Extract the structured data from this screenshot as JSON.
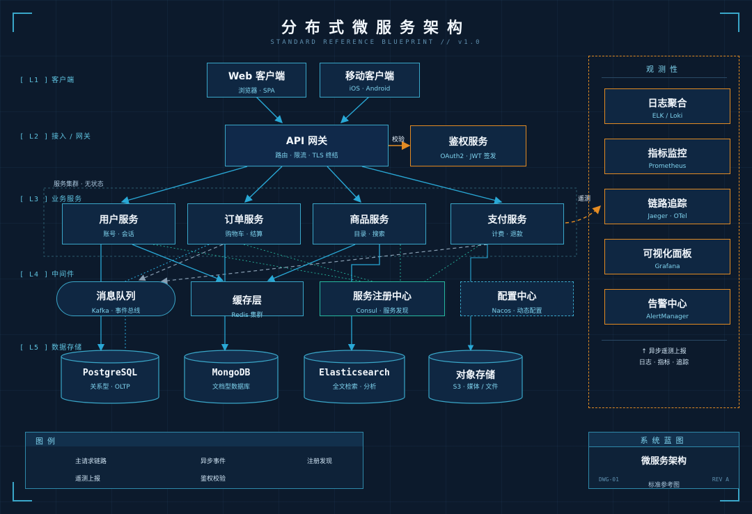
{
  "title": "分布式微服务架构",
  "subtitle": "STANDARD REFERENCE BLUEPRINT // v1.0",
  "layers": [
    {
      "code": "[ L1 ]",
      "name": "客户端"
    },
    {
      "code": "[ L2 ]",
      "name": "接入 / 网关"
    },
    {
      "code": "[ L3 ]",
      "name": "业务服务"
    },
    {
      "code": "[ L4 ]",
      "name": "中间件"
    },
    {
      "code": "[ L5 ]",
      "name": "数据存储"
    }
  ],
  "clients": [
    {
      "title": "Web 客户端",
      "sub": "浏览器 · SPA"
    },
    {
      "title": "移动客户端",
      "sub": "iOS · Android"
    }
  ],
  "gateway": {
    "title": "API 网关",
    "sub": "路由 · 限流 · TLS 终结"
  },
  "auth": {
    "title": "鉴权服务",
    "sub": "OAuth2 · JWT 签发",
    "edge_label": "校验"
  },
  "service_cluster_label": "服务集群 · 无状态",
  "telemetry_label": "遥测",
  "services": [
    {
      "title": "用户服务",
      "sub": "账号 · 会话"
    },
    {
      "title": "订单服务",
      "sub": "购物车 · 结算"
    },
    {
      "title": "商品服务",
      "sub": "目录 · 搜索"
    },
    {
      "title": "支付服务",
      "sub": "计费 · 退款"
    }
  ],
  "middleware": [
    {
      "title": "消息队列",
      "sub": "Kafka · 事件总线"
    },
    {
      "title": "缓存层",
      "sub": "Redis 集群"
    },
    {
      "title": "服务注册中心",
      "sub": "Consul · 服务发现"
    },
    {
      "title": "配置中心",
      "sub": "Nacos · 动态配置"
    }
  ],
  "storage": [
    {
      "title": "PostgreSQL",
      "sub": "关系型 · OLTP"
    },
    {
      "title": "MongoDB",
      "sub": "文档型数据库"
    },
    {
      "title": "Elasticsearch",
      "sub": "全文检索 · 分析"
    },
    {
      "title": "对象存储",
      "sub": "S3 · 媒体 / 文件"
    }
  ],
  "observability": {
    "heading": "观测性",
    "items": [
      {
        "title": "日志聚合",
        "sub": "ELK / Loki"
      },
      {
        "title": "指标监控",
        "sub": "Prometheus"
      },
      {
        "title": "链路追踪",
        "sub": "Jaeger · OTel"
      },
      {
        "title": "可视化面板",
        "sub": "Grafana"
      },
      {
        "title": "告警中心",
        "sub": "AlertManager"
      }
    ],
    "footer_line1": "↑ 异步遥测上报",
    "footer_line2": "日志 · 指标 · 追踪"
  },
  "legend": {
    "heading": "图例",
    "items": [
      {
        "label": "主请求链路"
      },
      {
        "label": "异步事件"
      },
      {
        "label": "注册发现"
      },
      {
        "label": "遥测上报"
      },
      {
        "label": "鉴权校验"
      }
    ]
  },
  "title_block": {
    "heading": "系统蓝图",
    "name": "微服务架构",
    "code": "DWG-01",
    "rev": "REV A",
    "standard": "标准参考图"
  },
  "colors": {
    "background": "#0c1a2c",
    "primary_line": "#29a8d6",
    "accent_orange": "#e38b23",
    "registry_green": "#27b9a0",
    "async_gray": "#8aa0b4"
  }
}
